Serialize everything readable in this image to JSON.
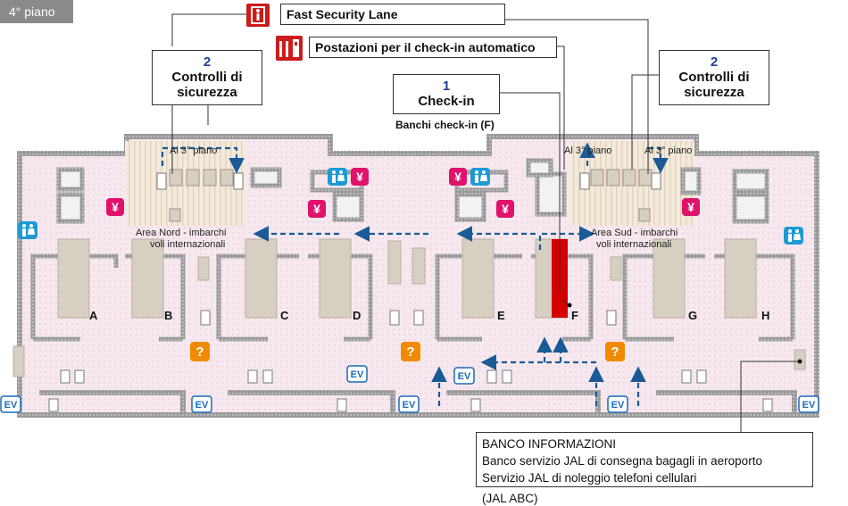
{
  "floor": "4° piano",
  "fast_security_lane": "Fast Security Lane",
  "self_checkin": "Postazioni per il check-in automatico",
  "security_left": {
    "number": "2",
    "line1": "Controlli di",
    "line2": "sicurezza"
  },
  "security_right": {
    "number": "2",
    "line1": "Controlli di",
    "line2": "sicurezza"
  },
  "checkin": {
    "number": "1",
    "title": "Check-in",
    "subtitle": "Banchi check-in (F)"
  },
  "stairs_label": "Al 3° piano",
  "north_area": {
    "line1": "Area Nord - imbarchi",
    "line2": "voli internazionali"
  },
  "south_area": {
    "line1": "Area Sud - imbarchi",
    "line2": "voli internazionali"
  },
  "counters": [
    "A",
    "B",
    "C",
    "D",
    "E",
    "F",
    "G",
    "H"
  ],
  "icons": {
    "yen": "¥",
    "info": "?",
    "elevator": "EV"
  },
  "info_desk": {
    "title": "BANCO INFORMAZIONI",
    "line2": "Banco servizio JAL di consegna bagagli in aeroporto",
    "line3": "Servizio JAL di noleggio telefoni cellulari",
    "note": "(JAL ABC)"
  },
  "colors": {
    "wall": "#8f8f8f",
    "floor": "#f5e7ec",
    "counter": "#d6cfc2",
    "highlight": "#d40000",
    "arrow": "#1a5a96",
    "yen": "#e0126b",
    "toilet": "#1d9ad6",
    "info": "#f08a00",
    "ev": "#1a6ab8"
  }
}
